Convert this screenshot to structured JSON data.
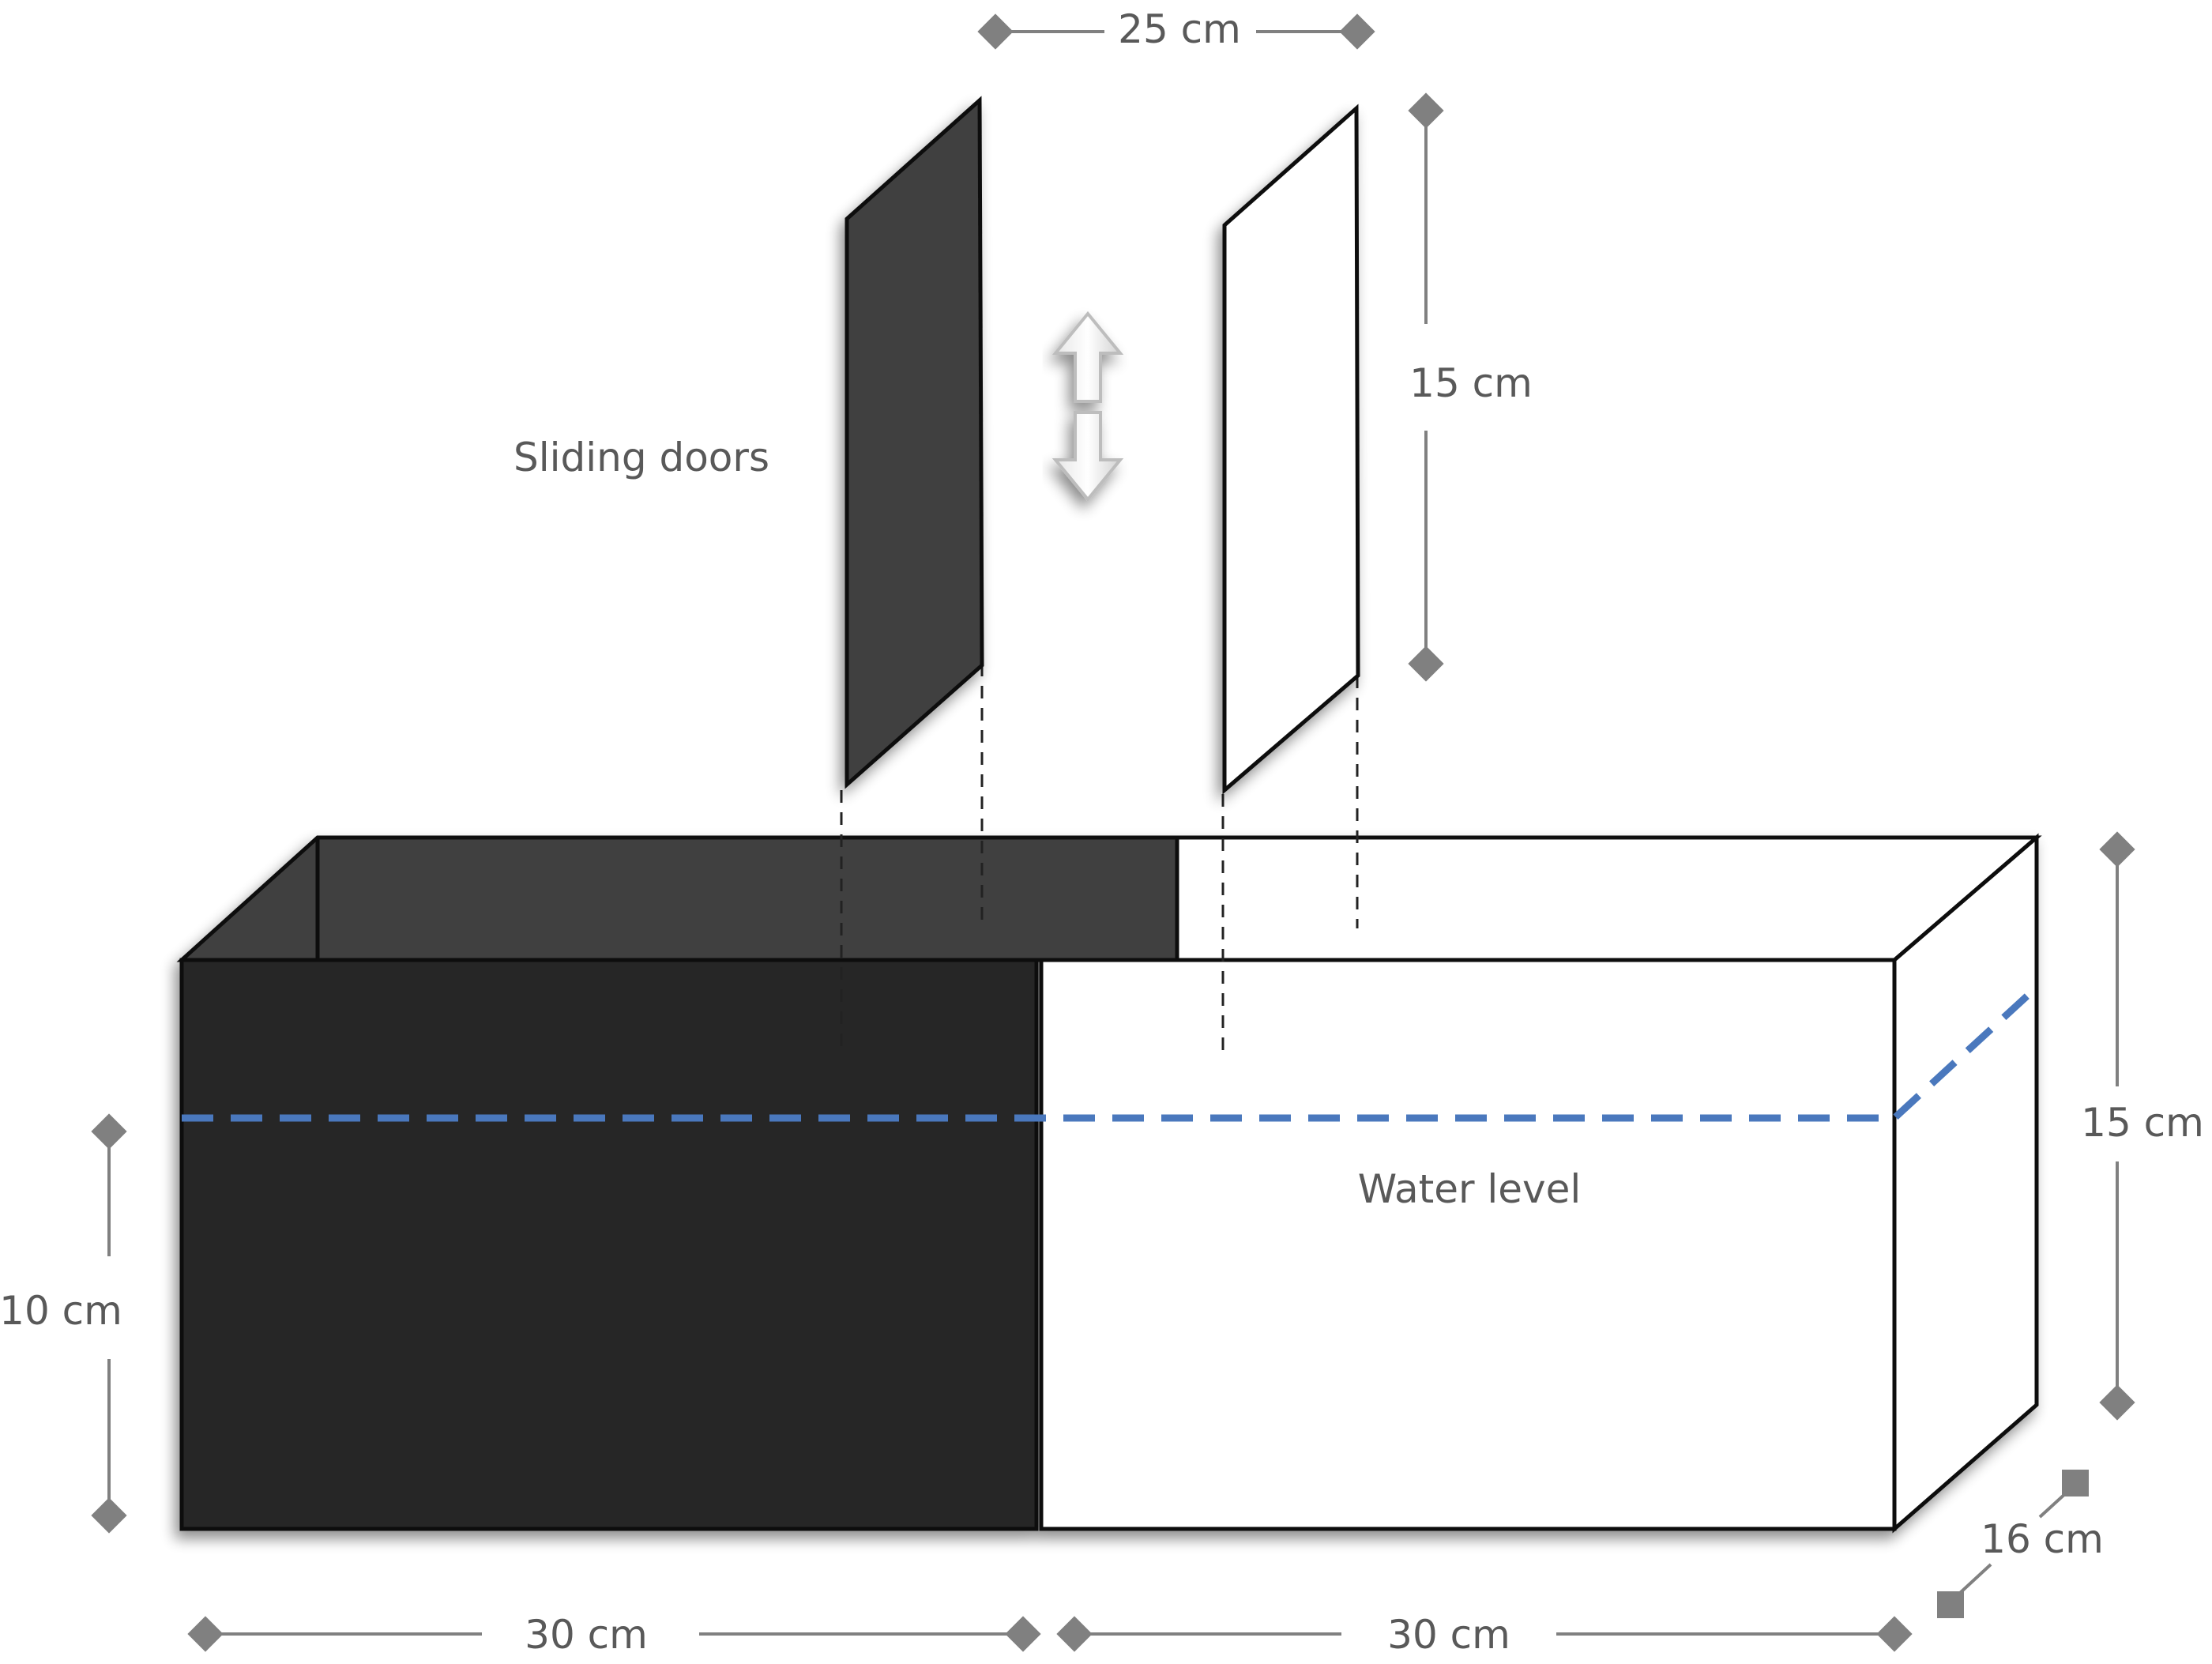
{
  "labels": {
    "sliding_doors": "Sliding doors",
    "water_level": "Water level"
  },
  "dimensions": {
    "door_spacing": "25 cm",
    "door_height": "15 cm",
    "tank_height": "15 cm",
    "water_depth": "10 cm",
    "left_length": "30 cm",
    "right_length": "30 cm",
    "tank_depth": "16 cm"
  },
  "colors": {
    "dark_compartment": "#262626",
    "dark_back_wall": "#404040",
    "light_compartment": "#ffffff",
    "water_line": "#4a78bd",
    "dimension_line": "#808080",
    "label_text": "#595959"
  },
  "icons": {
    "door_motion": "up-down-arrow-icon",
    "dimension_end": "diamond-icon"
  }
}
